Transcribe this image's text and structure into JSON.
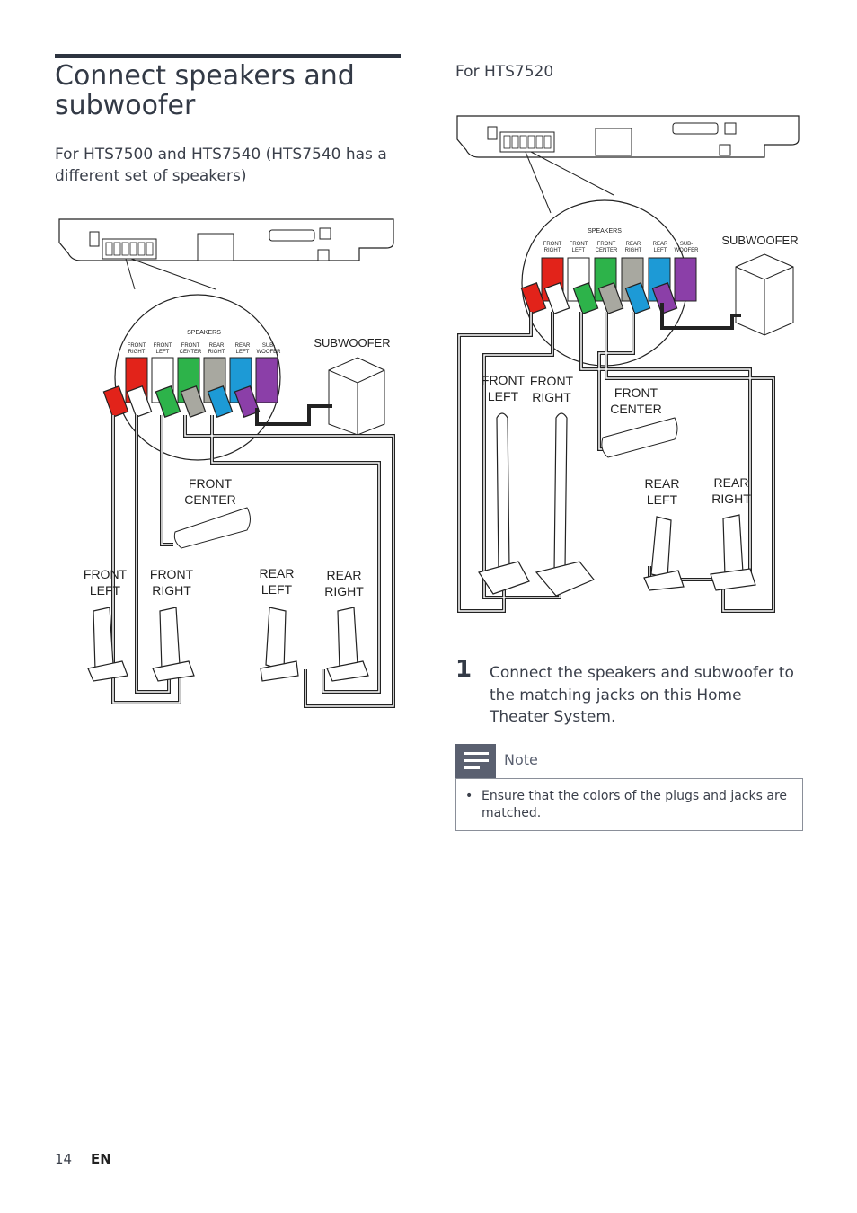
{
  "section": {
    "title": "Connect speakers and subwoofer",
    "subtitle_left": "For HTS7500 and HTS7540 (HTS7540 has a different set of speakers)",
    "subtitle_right": "For HTS7520"
  },
  "diagram_labels": {
    "speakers": "SPEAKERS",
    "jack_front_right": [
      "FRONT",
      "RIGHT"
    ],
    "jack_front_left": [
      "FRONT",
      "LEFT"
    ],
    "jack_front_center": [
      "FRONT",
      "CENTER"
    ],
    "jack_rear_right": [
      "REAR",
      "RIGHT"
    ],
    "jack_rear_left": [
      "REAR",
      "LEFT"
    ],
    "jack_subwoofer": [
      "SUB-",
      "WOOFER"
    ],
    "subwoofer": "SUBWOOFER",
    "front_left": [
      "FRONT",
      "LEFT"
    ],
    "front_right": [
      "FRONT",
      "RIGHT"
    ],
    "front_center": [
      "FRONT",
      "CENTER"
    ],
    "rear_left": [
      "REAR",
      "LEFT"
    ],
    "rear_right": [
      "REAR",
      "RIGHT"
    ]
  },
  "colors": {
    "front_right": "#e2231a",
    "front_left": "#ffffff",
    "front_center": "#2db34a",
    "rear_right": "#a8a8a0",
    "rear_left": "#1d9ad6",
    "subwoofer": "#8b3fa8"
  },
  "step": {
    "number": "1",
    "text": "Connect the speakers and subwoofer to the matching jacks on this Home Theater System."
  },
  "note": {
    "label": "Note",
    "items": [
      "Ensure that the colors of the plugs and jacks are matched."
    ]
  },
  "footer": {
    "page": "14",
    "lang": "EN"
  }
}
